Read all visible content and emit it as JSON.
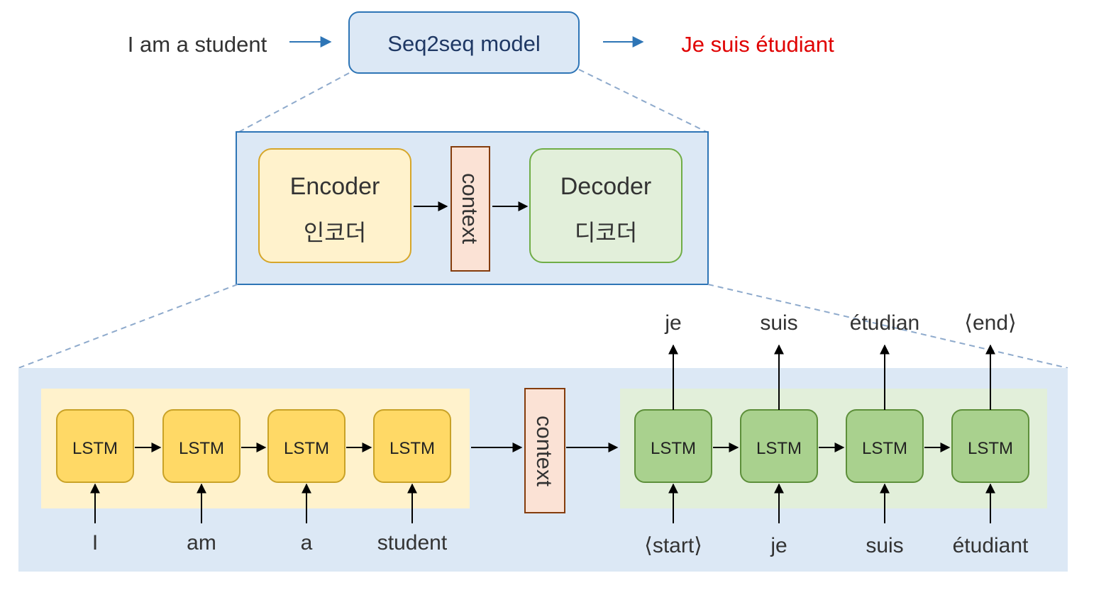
{
  "top": {
    "input": "I am a student",
    "model": "Seq2seq model",
    "output": "Je suis étudiant"
  },
  "middle": {
    "encoder_en": "Encoder",
    "encoder_ko": "인코더",
    "context": "context",
    "decoder_en": "Decoder",
    "decoder_ko": "디코더"
  },
  "bottom": {
    "cell_label": "LSTM",
    "context": "context",
    "encoder_inputs": [
      "I",
      "am",
      "a",
      "student"
    ],
    "decoder_inputs": [
      "⟨start⟩",
      "je",
      "suis",
      "étudiant"
    ],
    "decoder_outputs": [
      "je",
      "suis",
      "étudian",
      "⟨end⟩"
    ]
  },
  "colors": {
    "blue_text": "#1f3864",
    "red_text": "#e00000",
    "light_blue_bg": "#dce8f5",
    "box_border_blue": "#2e75b6",
    "encoder_fill": "#fff2cc",
    "encoder_border": "#d6a62a",
    "decoder_fill": "#e2efda",
    "decoder_border": "#70ad47",
    "context_fill": "#fbe2d5",
    "context_border": "#843c0c",
    "lstm_yellow": "#ffd966",
    "lstm_green": "#a9d18e"
  }
}
